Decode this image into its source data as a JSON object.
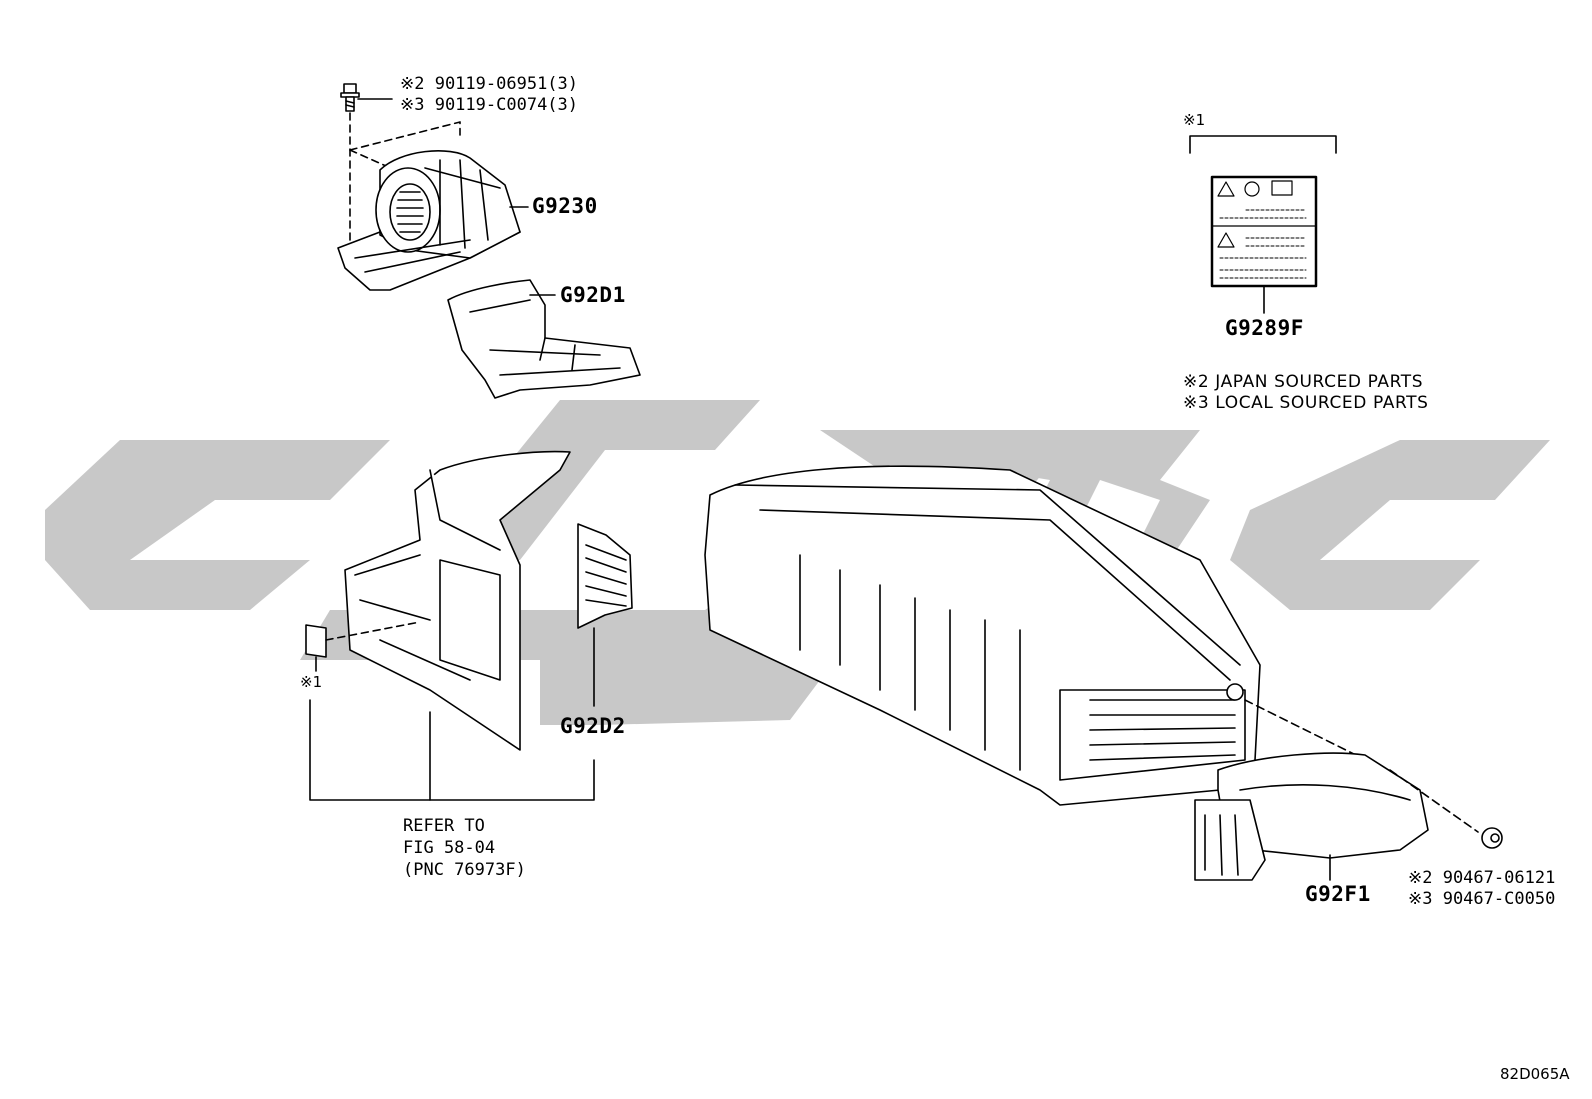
{
  "parts": {
    "bolt": {
      "jp": "※2 90119-06951(3)",
      "local": "※3 90119-C0074(3)"
    },
    "blower": "G9230",
    "duct_upper": "G92D1",
    "duct_side": "G92D2",
    "label_plate": "G9289F",
    "cover": "G92F1",
    "nut": {
      "jp": "※2 90467-06121",
      "local": "※3 90467-C0050"
    },
    "sticker_marker": "※1",
    "bracket_marker": "※1"
  },
  "legend": {
    "japan": "※2 JAPAN SOURCED PARTS",
    "local": "※3 LOCAL SOURCED PARTS"
  },
  "refer": {
    "line1": "REFER TO",
    "line2": "FIG 58-04",
    "line3": "(PNC 76973F)"
  },
  "diagram_id": "82D065A",
  "colors": {
    "watermark": "#c8c8c8",
    "ink": "#000000",
    "background": "#ffffff"
  }
}
